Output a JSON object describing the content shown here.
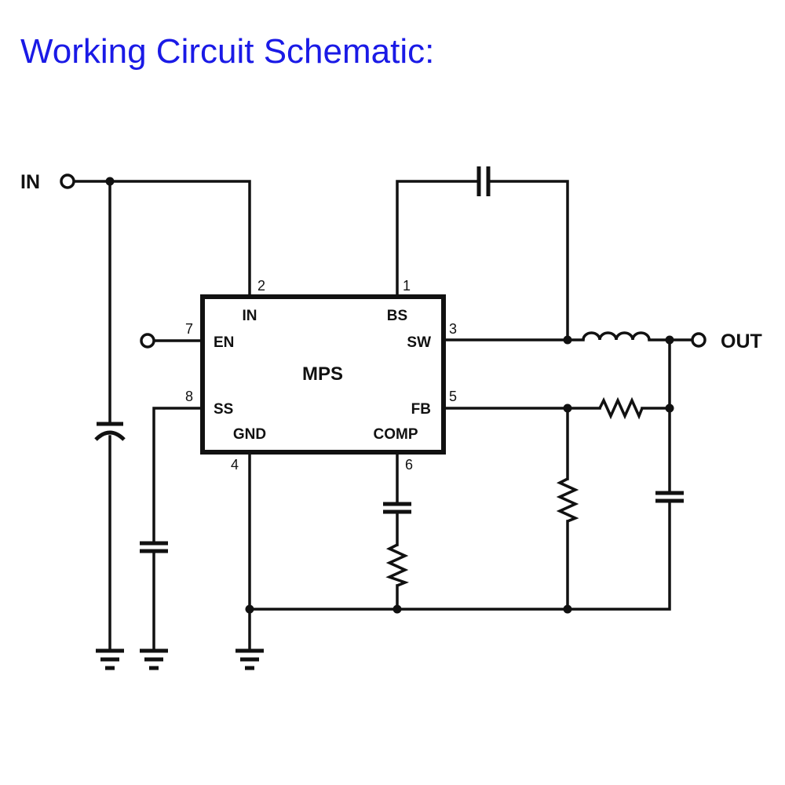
{
  "title": "Working Circuit Schematic:",
  "chip": {
    "name": "MPS"
  },
  "pins": [
    {
      "number": "2",
      "name": "IN"
    },
    {
      "number": "1",
      "name": "BS"
    },
    {
      "number": "7",
      "name": "EN"
    },
    {
      "number": "3",
      "name": "SW"
    },
    {
      "number": "8",
      "name": "SS"
    },
    {
      "number": "5",
      "name": "FB"
    },
    {
      "number": "4",
      "name": "GND"
    },
    {
      "number": "6",
      "name": "COMP"
    }
  ],
  "terminals": {
    "input": "IN",
    "output": "OUT"
  },
  "colors": {
    "title": "#1a1ae6",
    "ink": "#111111"
  }
}
